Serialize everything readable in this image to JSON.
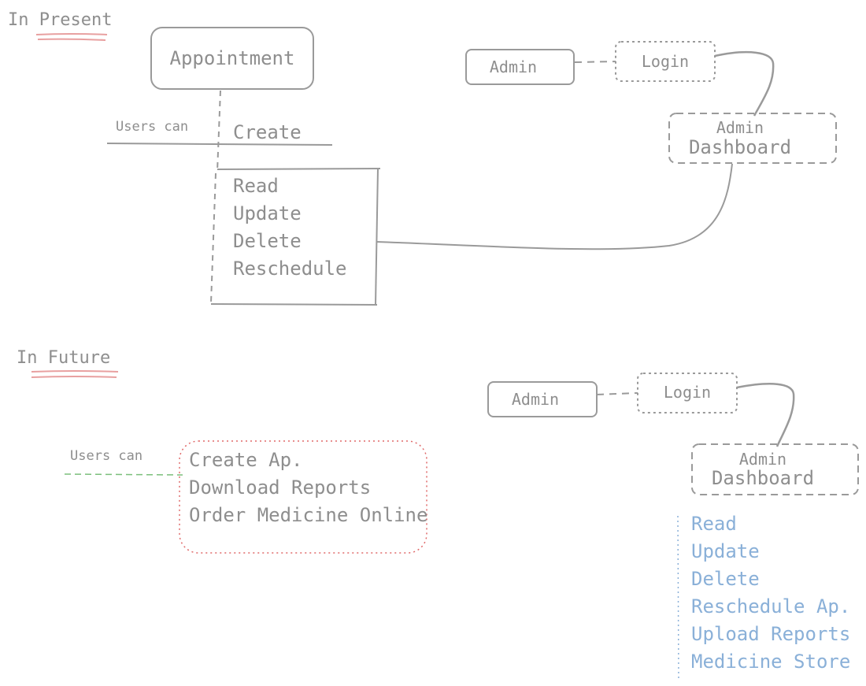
{
  "present": {
    "heading": "In Present",
    "appointment_label": "Appointment",
    "users_can_label": "Users can",
    "create_label": "Create",
    "actions": [
      "Read",
      "Update",
      "Delete",
      "Reschedule"
    ],
    "admin_label": "Admin",
    "login_label": "Login",
    "dashboard_line1": "Admin",
    "dashboard_line2": "Dashboard"
  },
  "future": {
    "heading": "In Future",
    "users_can_label": "Users can",
    "user_actions": [
      "Create Ap.",
      "Download Reports",
      "Order Medicine Online"
    ],
    "admin_label": "Admin",
    "login_label": "Login",
    "dashboard_line1": "Admin",
    "dashboard_line2": "Dashboard",
    "admin_actions": [
      "Read",
      "Update",
      "Delete",
      "Reschedule Ap.",
      "Upload Reports",
      "Medicine Store"
    ]
  },
  "colors": {
    "ink": "#8e8e8e",
    "stroke": "#9a9a9a",
    "highlight": "#e8a0a0",
    "red_dotted": "#e06a6a",
    "green_dashed": "#7bbf7b",
    "blue_text": "#8ab0d8"
  }
}
